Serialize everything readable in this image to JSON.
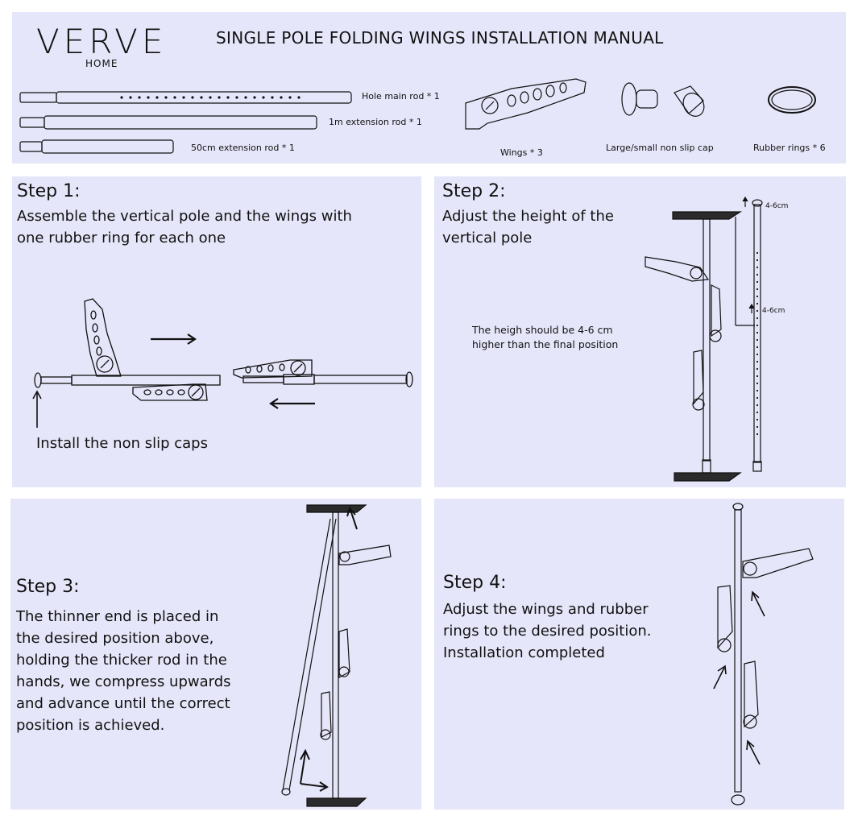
{
  "header": {
    "logo": "VERVE",
    "logo_sub": "HOME",
    "title": "SINGLE POLE FOLDING WINGS INSTALLATION MANUAL",
    "parts": {
      "hole_main_rod": "Hole main rod * 1",
      "extension_1m": "1m extension rod * 1",
      "extension_50cm": "50cm extension rod * 1",
      "wings": "Wings * 3",
      "caps": "Large/small non slip cap",
      "rings": "Rubber rings * 6"
    }
  },
  "step1": {
    "title": "Step 1:",
    "text_line1": "Assemble the vertical pole and the wings with",
    "text_line2": "one rubber ring for each one",
    "caption": "Install the non slip caps"
  },
  "step2": {
    "title": "Step 2:",
    "text_line1": "Adjust the height of the",
    "text_line2": "vertical pole",
    "note_line1": "The heigh should be 4-6 cm",
    "note_line2": "higher than the final position",
    "dim_top": "4-6cm",
    "dim_mid": "4-6cm"
  },
  "step3": {
    "title": "Step 3:",
    "lines": [
      "The thinner end is placed in",
      "the desired position above,",
      "holding the thicker rod in the",
      "hands, we compress upwards",
      "and advance until the correct",
      "position is achieved."
    ]
  },
  "step4": {
    "title": "Step 4:",
    "lines": [
      "Adjust the wings and rubber",
      "rings to the desired position.",
      "Installation completed"
    ]
  },
  "colors": {
    "panel_bg": "#e6e6fa",
    "ink": "#111111",
    "shelf": "#2b2b2b"
  }
}
